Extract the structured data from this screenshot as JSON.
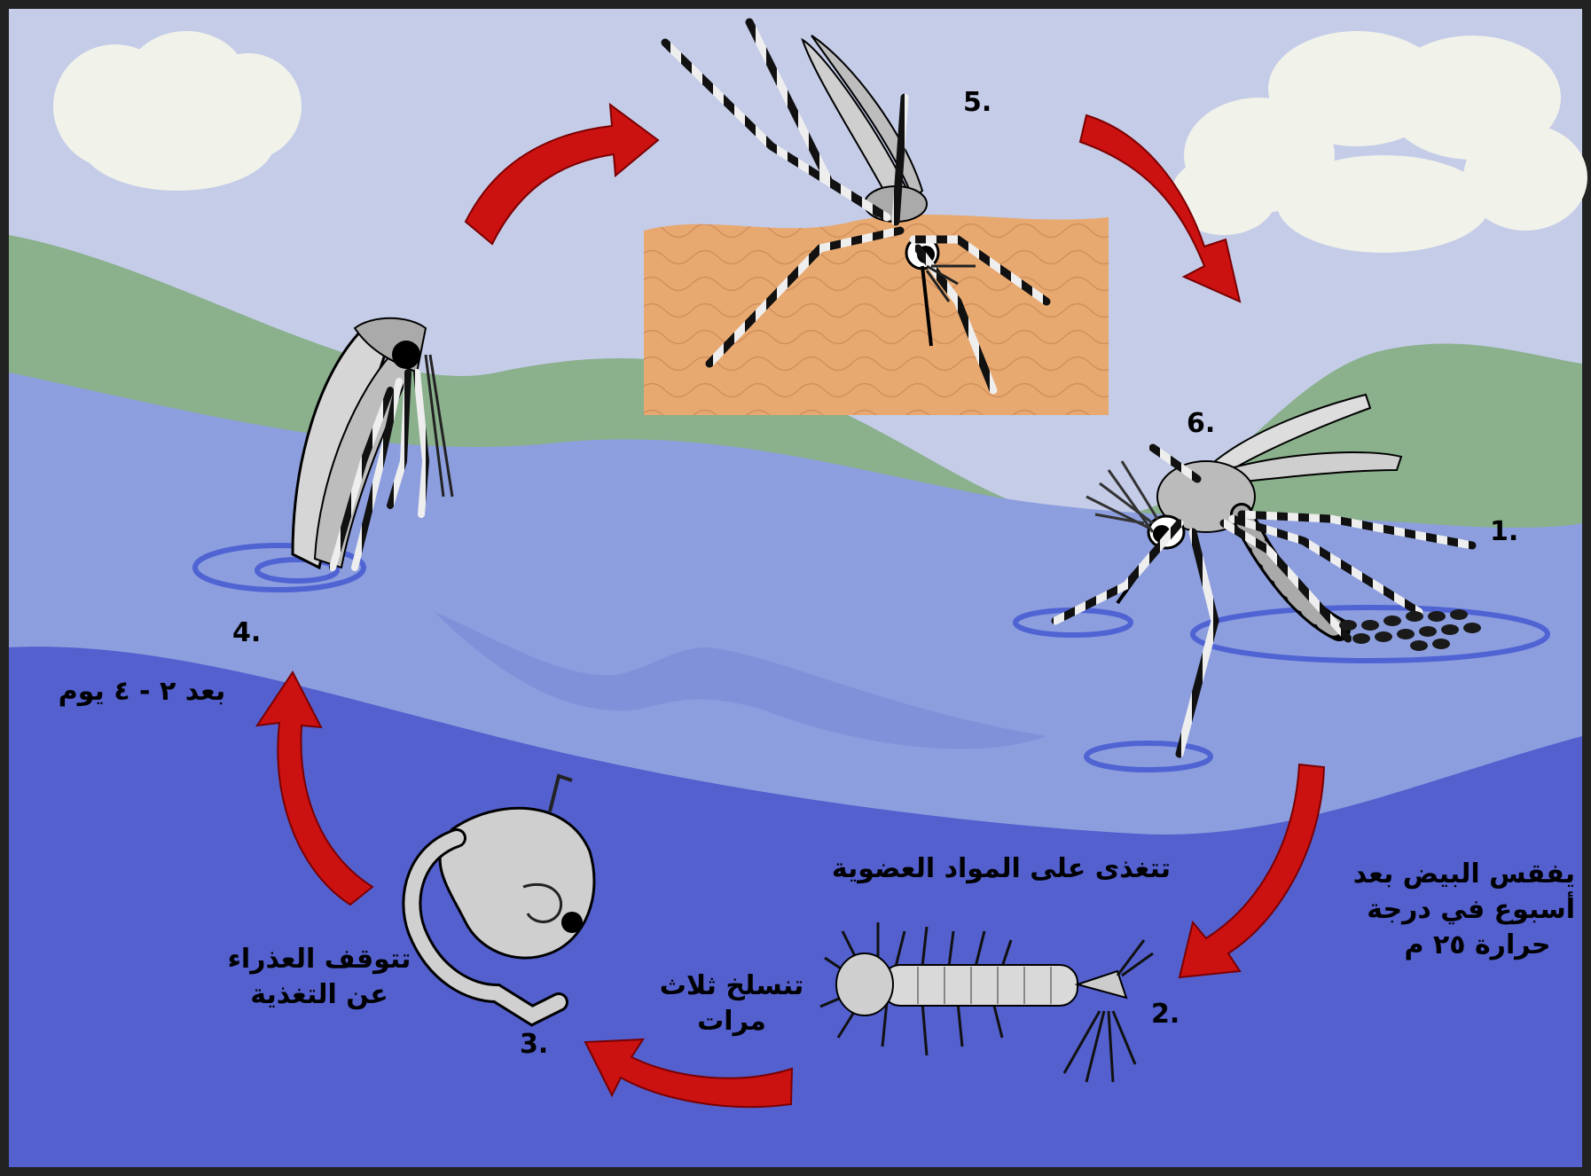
{
  "diagram": {
    "stages": [
      {
        "id": "1",
        "label": "1."
      },
      {
        "id": "2",
        "label": "2."
      },
      {
        "id": "3",
        "label": "3."
      },
      {
        "id": "4",
        "label": "4."
      },
      {
        "id": "5",
        "label": "5."
      },
      {
        "id": "6",
        "label": "6."
      }
    ],
    "notes": {
      "egg_hatch": [
        "يفقس البيض بعد",
        "أسبوع في درجة",
        "حرارة ٢٥ م"
      ],
      "larva_feed": "تتغذى على المواد العضوية",
      "molt": [
        "تنسلخ ثلاث",
        "مرات"
      ],
      "pupa": [
        "تتوقف العذراء",
        "عن التغذية"
      ],
      "after_days": "بعد ٢ - ٤ يوم"
    },
    "colors": {
      "sky": "#c4cce8",
      "cloud": "#f1f2ea",
      "hill": "#8ab08c",
      "water_light": "#8c9ede",
      "water_deep": "#5360ce",
      "skin": "#e8a970",
      "arrow": "#cc1111"
    },
    "icons": [
      "cloud-icon",
      "mosquito-icon",
      "larva-icon",
      "pupa-icon",
      "egg-raft-icon",
      "cycle-arrow-icon"
    ]
  }
}
